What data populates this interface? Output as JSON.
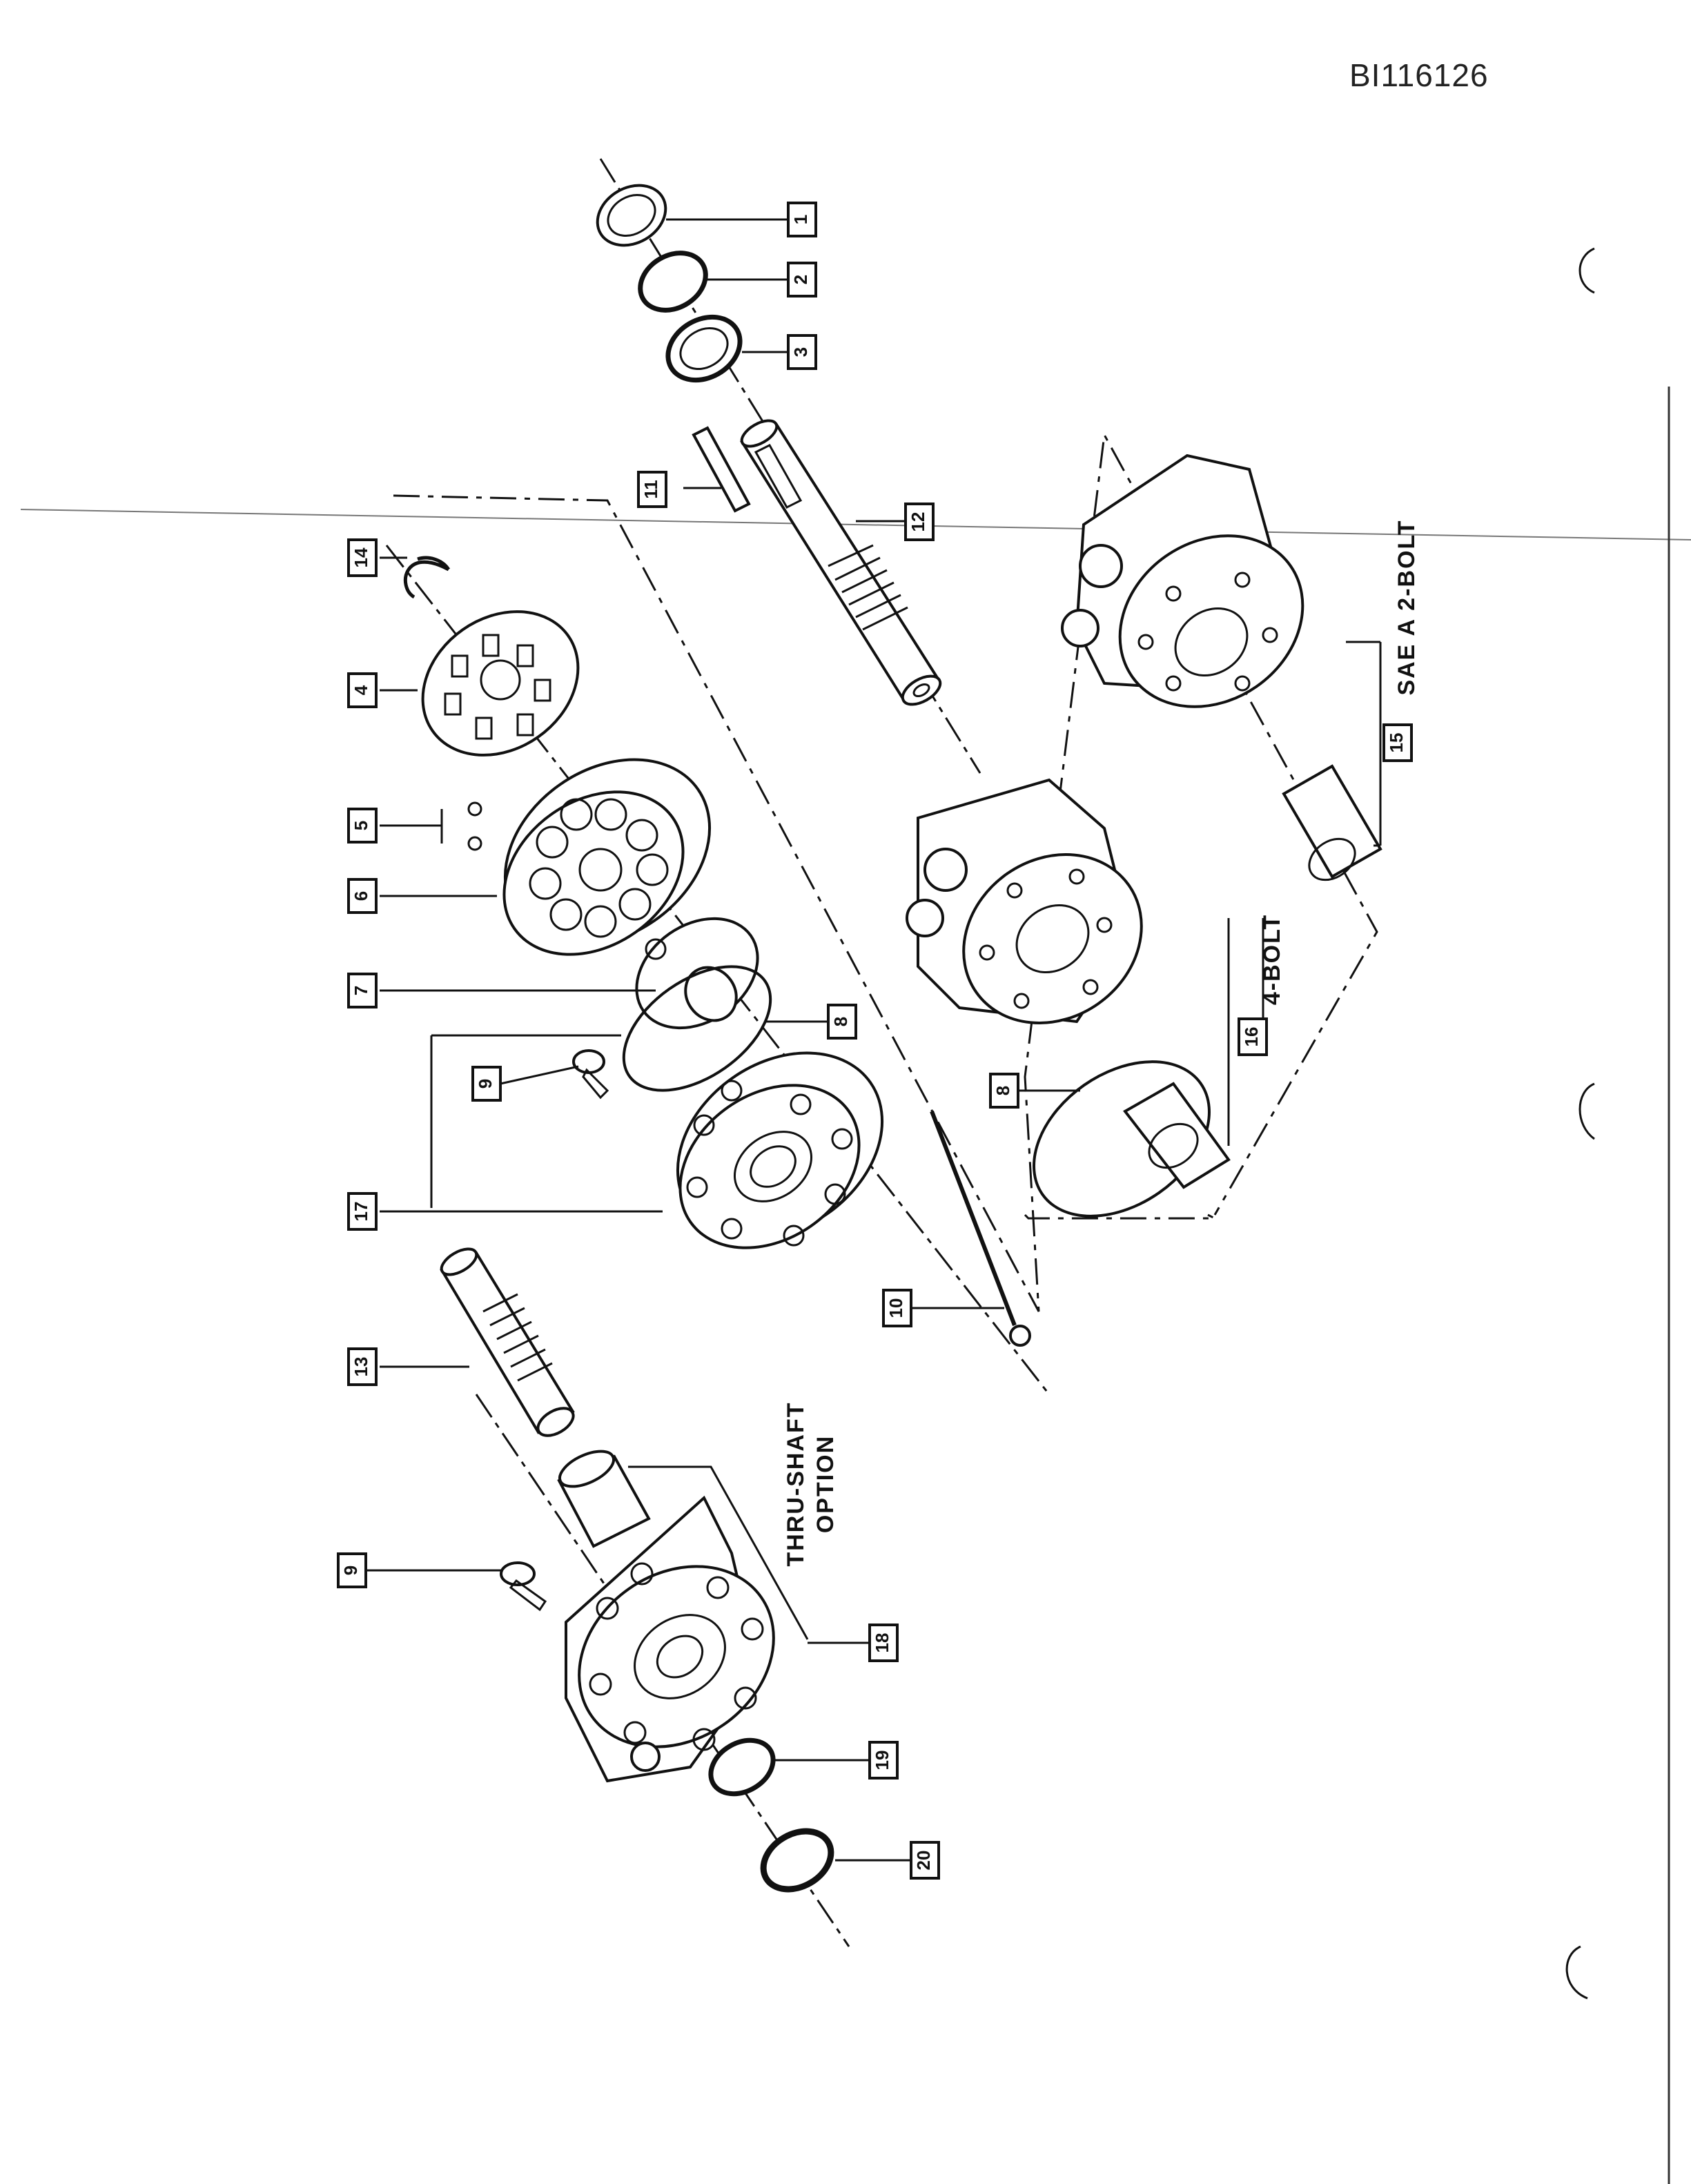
{
  "document": {
    "id": "BI116126"
  },
  "callouts": {
    "c1": "1",
    "c2": "2",
    "c3": "3",
    "c4": "4",
    "c5": "5",
    "c6": "6",
    "c7": "7",
    "c8a": "8",
    "c8b": "8",
    "c9a": "9",
    "c9b": "9",
    "c10": "10",
    "c11": "11",
    "c12": "12",
    "c13": "13",
    "c14": "14",
    "c15": "15",
    "c16": "16",
    "c17": "17",
    "c18": "18",
    "c19": "19",
    "c20": "20"
  },
  "labels": {
    "sae": "SAE A 2-BOLT",
    "four_bolt": "4-BOLT",
    "thru_shaft_1": "THRU-SHAFT",
    "thru_shaft_2": "OPTION"
  }
}
